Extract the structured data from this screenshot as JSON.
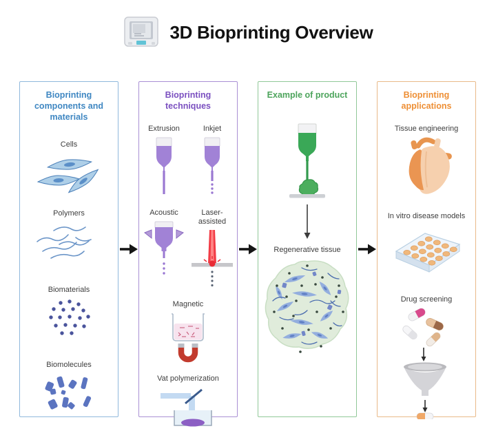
{
  "header": {
    "title": "3D Bioprinting Overview",
    "icon": "3d-printer"
  },
  "panels": {
    "materials": {
      "title": "Bioprinting components and materials",
      "accent_color": "#3f87c2",
      "border_color": "#8fb8dc",
      "items": {
        "cells": "Cells",
        "polymers": "Polymers",
        "biomaterials": "Biomaterials",
        "biomolecules": "Biomolecules"
      }
    },
    "techniques": {
      "title": "Bioprinting techniques",
      "accent_color": "#7b50c0",
      "border_color": "#a98fd4",
      "items": {
        "extrusion": "Extrusion",
        "inkjet": "Inkjet",
        "acoustic": "Acoustic",
        "laser_assisted": "Laser-assisted",
        "magnetic": "Magnetic",
        "vat_polymerization": "Vat polymerization"
      }
    },
    "product": {
      "title": "Example of product",
      "accent_color": "#4da45c",
      "border_color": "#90c897",
      "items": {
        "regenerative_tissue": "Regenerative tissue"
      }
    },
    "applications": {
      "title": "Bioprinting applications",
      "accent_color": "#ee8f35",
      "border_color": "#e9b988",
      "items": {
        "tissue_engineering": "Tissue engineering",
        "in_vitro": "In vitro disease models",
        "drug_screening": "Drug screening"
      }
    }
  }
}
